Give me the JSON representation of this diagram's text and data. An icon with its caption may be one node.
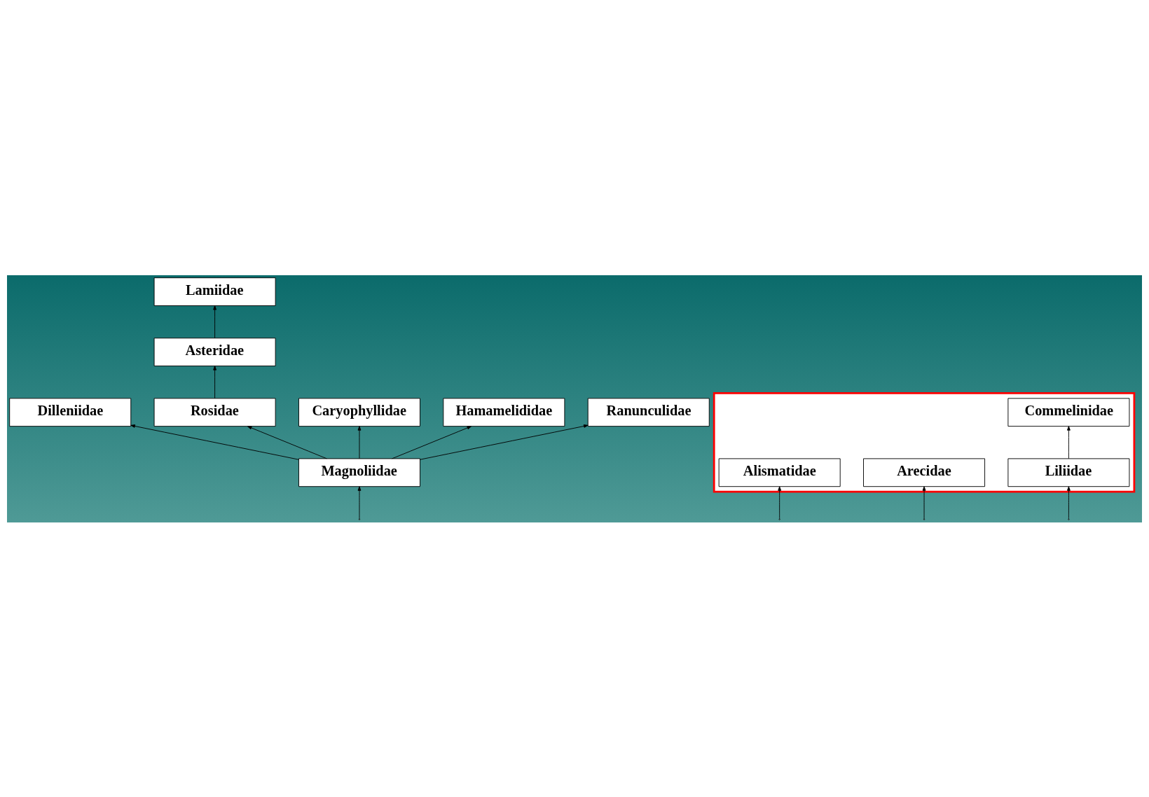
{
  "diagram": {
    "nodes": [
      {
        "text": [
          "Lamiidae"
        ]
      },
      {
        "text": [
          "Asteridae"
        ]
      },
      {
        "text": [
          "Dilleniidae"
        ]
      },
      {
        "text": [
          "Rosidae"
        ]
      },
      {
        "text": [
          "Caryophyllidae"
        ]
      },
      {
        "text": [
          "Hamamelididae"
        ]
      },
      {
        "text": [],
        "shape": "polygon"
      },
      {
        "text": [
          "Commelinidae"
        ],
        "in": 6
      },
      {
        "text": [
          "Ranunculidae"
        ]
      },
      {
        "text": [
          "Arecidae"
        ],
        "in": 6
      },
      {
        "text": [
          "Liliidae"
        ],
        "in": 6
      },
      {
        "text": [
          "Alismatidae"
        ],
        "in": 6
      },
      {
        "text": [
          "Magnoliidae"
        ]
      }
    ],
    "edges": [
      {
        "from": 1,
        "to": 0,
        "arrow": "to"
      },
      {
        "from": 3,
        "to": 1,
        "arrow": "to"
      },
      {
        "from": 12,
        "to": 8,
        "arrow": "to"
      },
      {
        "from": 12,
        "to": 4,
        "arrow": "to"
      },
      {
        "from": 12,
        "to": 2,
        "arrow": "to"
      },
      {
        "from": 12,
        "to": 5,
        "arrow": "to"
      },
      {
        "from": 12,
        "to": 3,
        "arrow": "to"
      },
      {
        "from": 10,
        "to": 7,
        "arrow": "to"
      },
      {
        "from": null,
        "to": 12,
        "arrow": "to"
      },
      {
        "from": null,
        "to": 11,
        "arrow": "to"
      },
      {
        "from": null,
        "to": 9,
        "arrow": "to"
      },
      {
        "from": null,
        "to": 10,
        "arrow": "to"
      }
    ]
  }
}
